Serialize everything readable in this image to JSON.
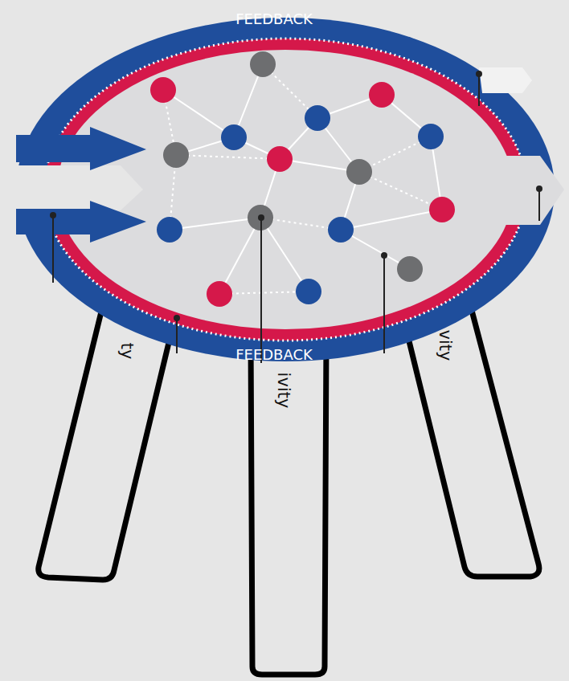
{
  "diagram": {
    "labels": [
      "FEEDBACK",
      "FEEDBACK",
      "ty",
      "ivity",
      "vity"
    ]
  }
}
